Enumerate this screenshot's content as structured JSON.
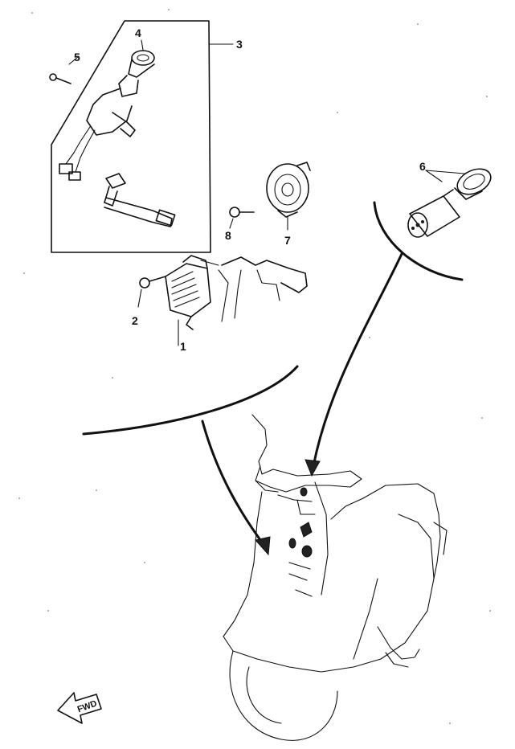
{
  "diagram": {
    "parts": [
      {
        "key": "regulator",
        "label": "1"
      },
      {
        "key": "regulator_bolt",
        "label": "2"
      },
      {
        "key": "main_switch_assembly",
        "label": "3"
      },
      {
        "key": "main_switch_lock",
        "label": "4"
      },
      {
        "key": "switch_screw",
        "label": "5"
      },
      {
        "key": "meter_unit",
        "label": "6"
      },
      {
        "key": "horn",
        "label": "7"
      },
      {
        "key": "horn_bolt",
        "label": "8"
      }
    ],
    "fwd_label": "FWD"
  }
}
